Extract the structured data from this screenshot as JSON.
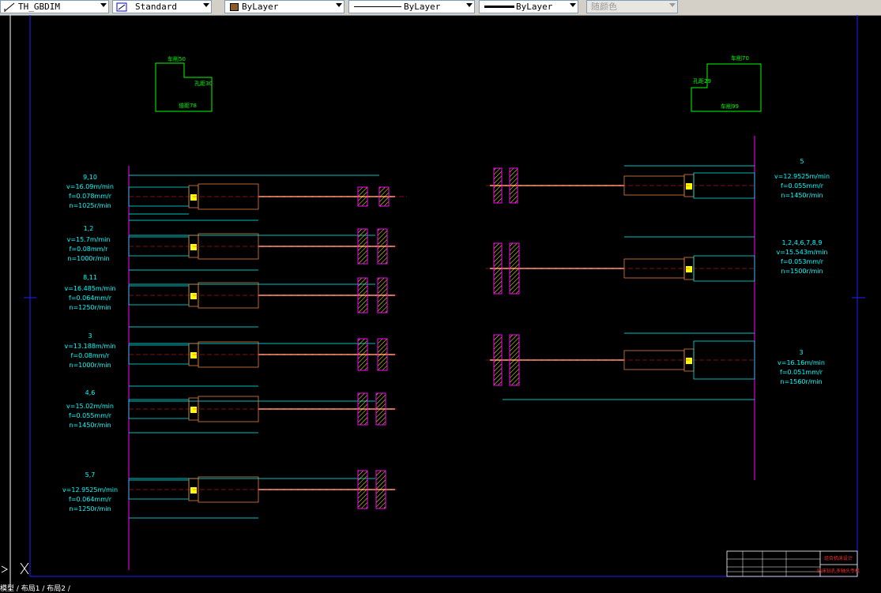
{
  "toolbar": {
    "dimstyle": "TH_GBDIM",
    "textstyle": "Standard",
    "color": "ByLayer",
    "linetype": "ByLayer",
    "lineweight": "ByLayer",
    "plotstyle": "随颜色"
  },
  "drawing": {
    "left_rows": [
      {
        "op": "9,10",
        "v": "v=16.09m/min",
        "f": "f=0.078mm/r",
        "n": "n=1025r/min"
      },
      {
        "op": "1,2",
        "v": "v=15.7m/min",
        "f": "f=0.08mm/r",
        "n": "n=1000r/min"
      },
      {
        "op": "8,11",
        "v": "v=16.485m/min",
        "f": "f=0.064mm/r",
        "n": "n=1250r/min"
      },
      {
        "op": "3",
        "v": "v=13.188m/min",
        "f": "f=0.08mm/r",
        "n": "n=1000r/min"
      },
      {
        "op": "4,6",
        "v": "v=15.02m/min",
        "f": "f=0.055mm/r",
        "n": "n=1450r/min"
      },
      {
        "op": "5,7",
        "v": "v=12.9525m/min",
        "f": "f=0.064mm/r",
        "n": "n=1250r/min"
      }
    ],
    "right_rows": [
      {
        "op": "5",
        "v": "v=12.9525m/min",
        "f": "f=0.055mm/r",
        "n": "n=1450r/min"
      },
      {
        "op": "1,2,4,6,7,8,9",
        "v": "v=15.543m/min",
        "f": "f=0.053mm/r",
        "n": "n=1500r/min"
      },
      {
        "op": "3",
        "v": "v=16.16m/min",
        "f": "f=0.051mm/r",
        "n": "n=1560r/min"
      }
    ],
    "left_block": {
      "top": "车削50",
      "right": "孔距30",
      "bottom": "倍距78"
    },
    "right_block": {
      "top": "车削70",
      "left": "孔距29",
      "bottom": "车削99"
    },
    "title_block": {
      "line1": "组合机床设计",
      "line2": "钻床钻孔多轴头专机"
    },
    "cmd_prompt": "模型 / 布局1 / 布局2 /"
  }
}
